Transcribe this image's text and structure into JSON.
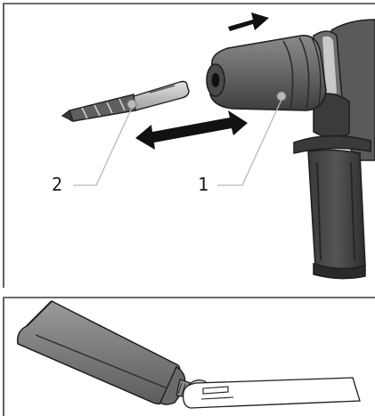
{
  "figure": {
    "callouts": [
      {
        "number": "1",
        "part": "tool-holder"
      },
      {
        "number": "2",
        "part": "drill-bit"
      }
    ]
  },
  "colors": {
    "frame": "#3c3c3c",
    "outline": "#1e1e1e",
    "body_dark": "#4a4a4a",
    "body_mid": "#7a7a7a",
    "body_light": "#a9a9a9",
    "metal_light": "#d4d4d4",
    "leader": "#b9b9b9",
    "arrow": "#111111"
  }
}
